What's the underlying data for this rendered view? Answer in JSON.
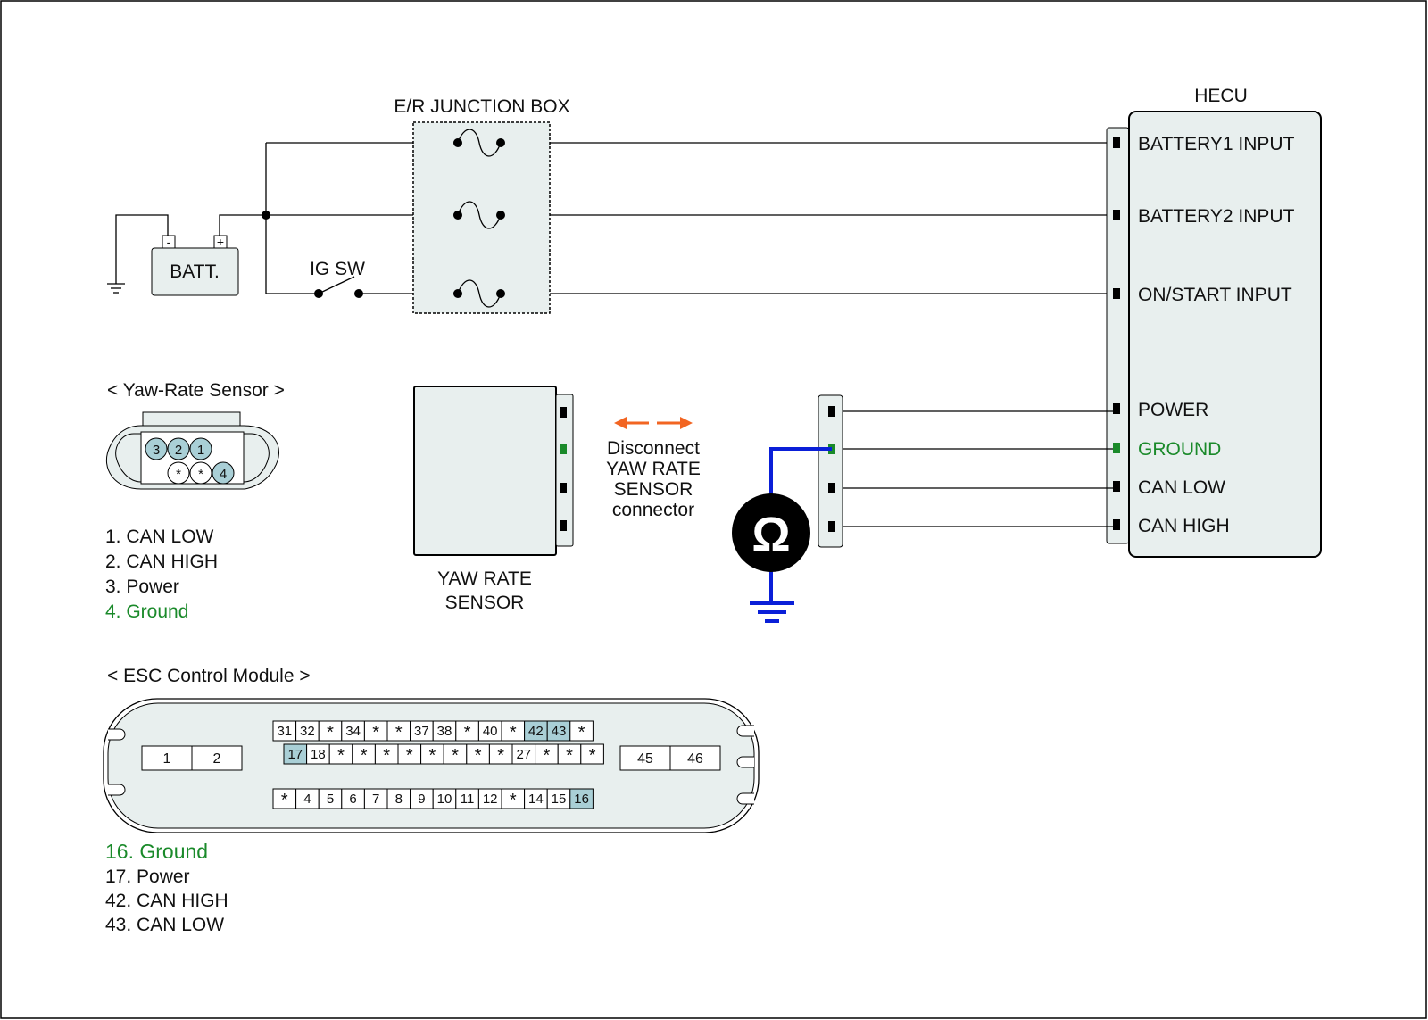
{
  "junction_box": {
    "title": "E/R JUNCTION BOX"
  },
  "battery": {
    "label": "BATT.",
    "neg": "-",
    "pos": "+"
  },
  "ig_sw": {
    "label": "IG SW"
  },
  "hecu": {
    "title": "HECU",
    "pins": [
      {
        "label": "BATTERY1 INPUT",
        "highlight": false
      },
      {
        "label": "BATTERY2 INPUT",
        "highlight": false
      },
      {
        "label": "ON/START INPUT",
        "highlight": false
      },
      {
        "label": "POWER",
        "highlight": false
      },
      {
        "label": "GROUND",
        "highlight": true
      },
      {
        "label": "CAN LOW",
        "highlight": false
      },
      {
        "label": "CAN HIGH",
        "highlight": false
      }
    ]
  },
  "yaw_connector": {
    "title": "< Yaw-Rate Sensor >",
    "top_row": [
      "3",
      "2",
      "1"
    ],
    "bottom_row": [
      "*",
      "*",
      "4"
    ],
    "legend": [
      "1. CAN LOW",
      "2. CAN HIGH",
      "3. Power",
      "4. Ground"
    ],
    "legend_highlight_index": 3
  },
  "yaw_sensor": {
    "label_line1": "YAW RATE",
    "label_line2": "SENSOR"
  },
  "instruction": {
    "lines": [
      "Disconnect",
      "YAW RATE",
      "SENSOR",
      "connector"
    ]
  },
  "meter": {
    "symbol": "Ω"
  },
  "esc_module": {
    "title": "< ESC Control Module >",
    "row_top": [
      "31",
      "32",
      "*",
      "34",
      "*",
      "*",
      "37",
      "38",
      "*",
      "40",
      "*",
      "42",
      "43",
      "*"
    ],
    "row_mid": [
      "17",
      "18",
      "*",
      "*",
      "*",
      "*",
      "*",
      "*",
      "*",
      "*",
      "27",
      "*",
      "*",
      "*"
    ],
    "row_bot": [
      "*",
      "4",
      "5",
      "6",
      "7",
      "8",
      "9",
      "10",
      "11",
      "12",
      "*",
      "14",
      "15",
      "16"
    ],
    "left_pins": [
      "1",
      "2"
    ],
    "right_pins": [
      "45",
      "46"
    ],
    "highlighted": [
      "16",
      "17",
      "42",
      "43"
    ],
    "legend": [
      "16. Ground",
      "17. Power",
      "42. CAN HIGH",
      "43. CAN LOW"
    ],
    "legend_highlight_index": 0
  },
  "colors": {
    "highlight_cell": "#a9cfd6",
    "ground_green": "#1a8a2a",
    "meter_wire": "#0a1fd8",
    "arrow_orange": "#f26522",
    "panel_fill": "#e8efee"
  }
}
